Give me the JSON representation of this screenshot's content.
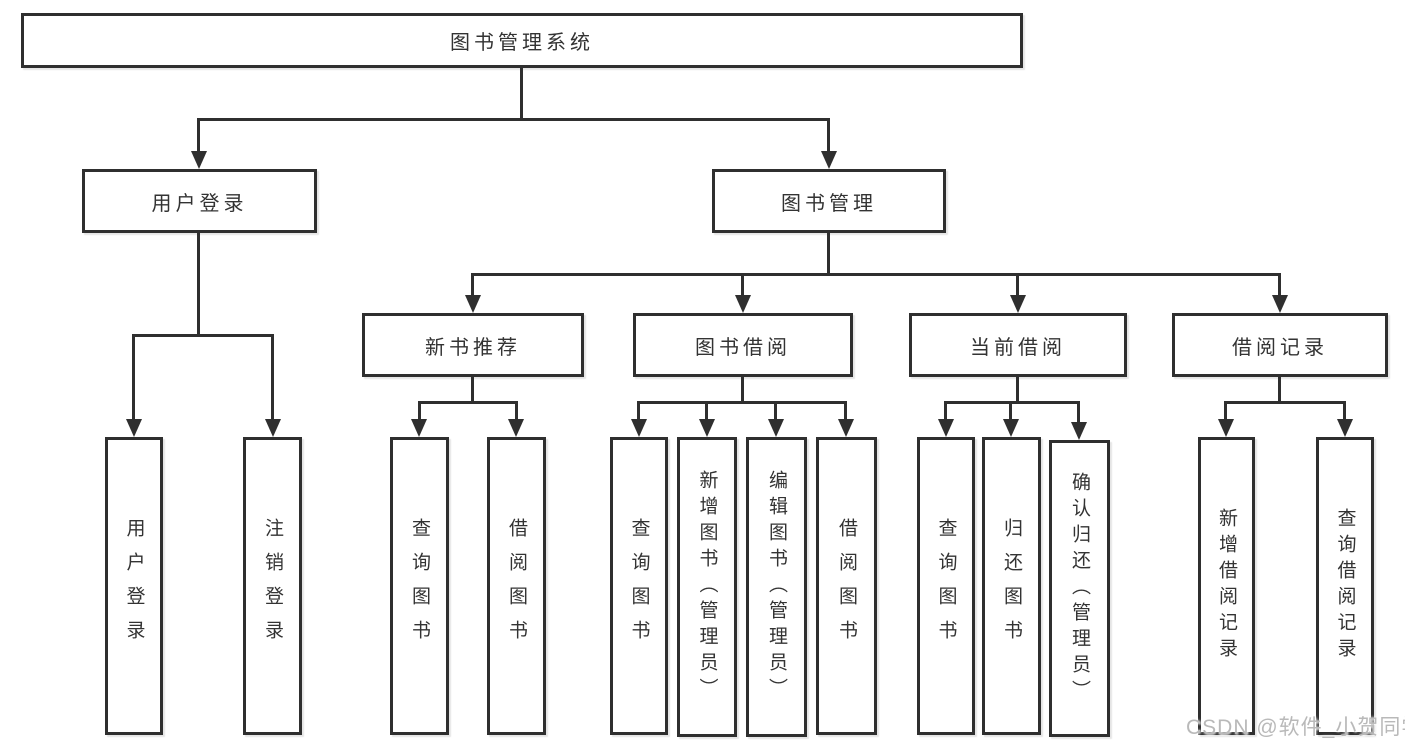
{
  "tree": {
    "root": {
      "label": "图书管理系统"
    },
    "children": [
      {
        "label": "用户登录",
        "children": [
          {
            "label": "用户登录"
          },
          {
            "label": "注销登录"
          }
        ]
      },
      {
        "label": "图书管理",
        "children": [
          {
            "label": "新书推荐",
            "children": [
              {
                "label": "查询图书"
              },
              {
                "label": "借阅图书"
              }
            ]
          },
          {
            "label": "图书借阅",
            "children": [
              {
                "label": "查询图书"
              },
              {
                "label": "新增图书（管理员）"
              },
              {
                "label": "编辑图书（管理员）"
              },
              {
                "label": "借阅图书"
              }
            ]
          },
          {
            "label": "当前借阅",
            "children": [
              {
                "label": "查询图书"
              },
              {
                "label": "归还图书"
              },
              {
                "label": "确认归还（管理员）"
              }
            ]
          },
          {
            "label": "借阅记录",
            "children": [
              {
                "label": "新增借阅记录"
              },
              {
                "label": "查询借阅记录"
              }
            ]
          }
        ]
      }
    ]
  },
  "watermark": {
    "text": "CSDN @软件_小贺同学"
  },
  "colors": {
    "line": "#2f2f2f",
    "text": "#333333",
    "box_bg": "#ffffff",
    "watermark": "#b9b9b9"
  }
}
